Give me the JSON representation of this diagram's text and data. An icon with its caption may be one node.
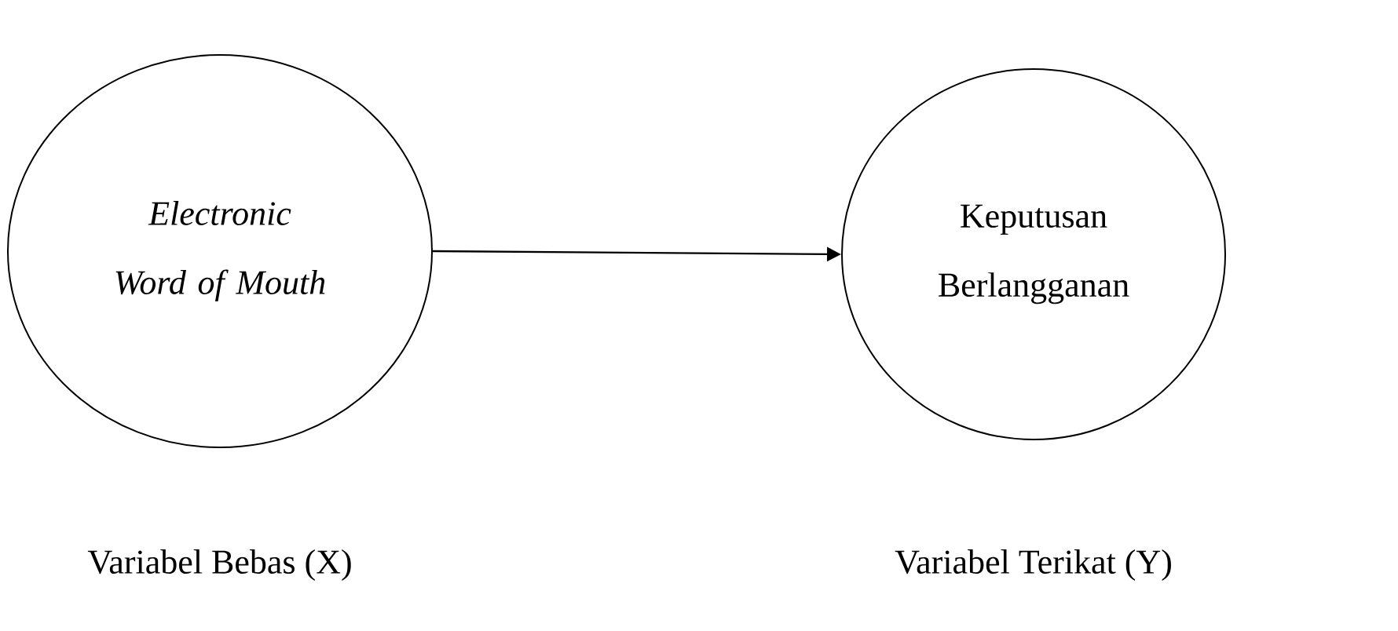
{
  "diagram": {
    "nodes": [
      {
        "text": [
          "Electronic Word of Mouth"
        ],
        "beside": [
          "Variabel Bebas (X)"
        ]
      },
      {
        "text": [
          "Keputusan Berlangganan"
        ],
        "beside": [
          "Variabel Terikat (Y)"
        ]
      }
    ],
    "edges": [
      {
        "from": 0,
        "to": 1,
        "arrow": "to"
      }
    ]
  }
}
